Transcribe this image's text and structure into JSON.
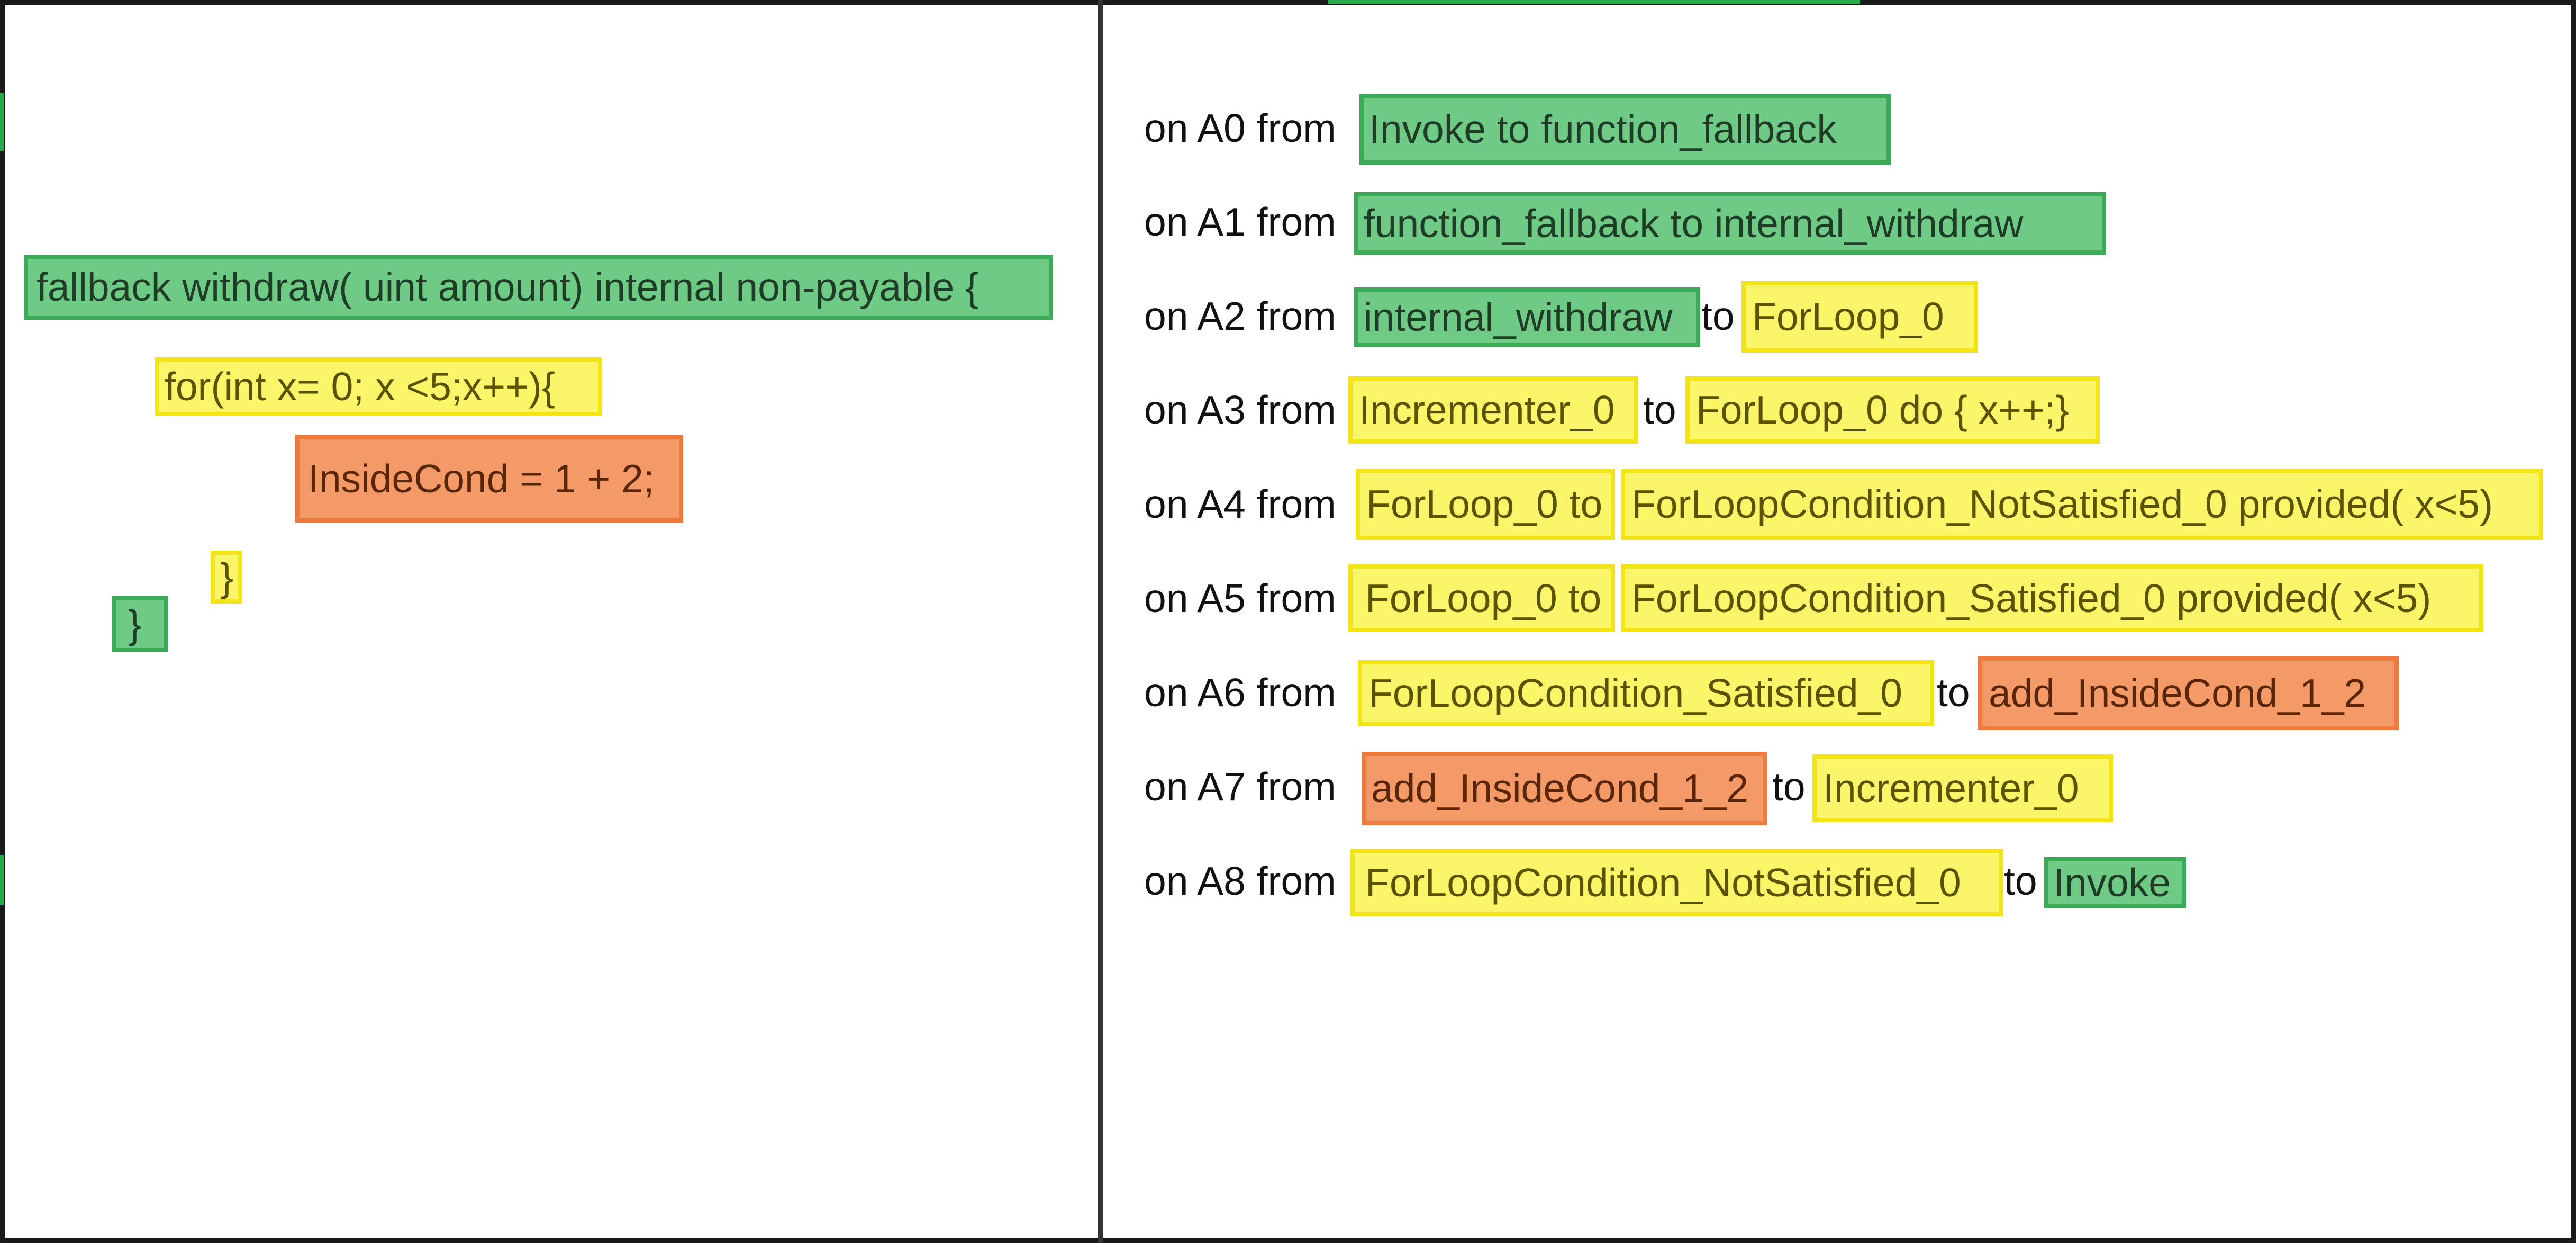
{
  "code": {
    "signature": "fallback withdraw( uint amount) internal non-payable {",
    "for_header": "for(int x= 0; x <5;x++){",
    "inside_statement": "InsideCond = 1 + 2;",
    "inner_close": "}",
    "outer_close": "}"
  },
  "transitions": [
    {
      "prefix": "on A0 from",
      "source": "Invoke to function_fallback"
    },
    {
      "prefix": "on A1 from",
      "source": "function_fallback to internal_withdraw"
    },
    {
      "prefix": "on A2 from",
      "source": "internal_withdraw",
      "joiner": "to",
      "target": "ForLoop_0"
    },
    {
      "prefix": "on A3 from",
      "source": "Incrementer_0",
      "joiner": "to",
      "target": "ForLoop_0 do { x++;}"
    },
    {
      "prefix": "on A4 from",
      "source": "ForLoop_0 to",
      "target": "ForLoopCondition_NotSatisfied_0 provided( x<5)"
    },
    {
      "prefix": "on A5 from",
      "source": "ForLoop_0 to",
      "target": "ForLoopCondition_Satisfied_0 provided( x<5)"
    },
    {
      "prefix": "on A6 from",
      "source": "ForLoopCondition_Satisfied_0",
      "joiner": "to",
      "target": "add_InsideCond_1_2"
    },
    {
      "prefix": "on A7 from",
      "source": "add_InsideCond_1_2",
      "joiner": "to",
      "target": "Incrementer_0"
    },
    {
      "prefix": "on A8 from",
      "source": "ForLoopCondition_NotSatisfied_0",
      "joiner": "to",
      "target": "Invoke"
    }
  ],
  "colors": {
    "green_fill": "#6fca86",
    "green_border": "#3bab57",
    "yellow_fill": "#fbf56a",
    "yellow_border": "#f2e418",
    "orange_fill": "#f39a68",
    "orange_border": "#ee7a3f",
    "divider": "#333333",
    "text": "#111111"
  }
}
